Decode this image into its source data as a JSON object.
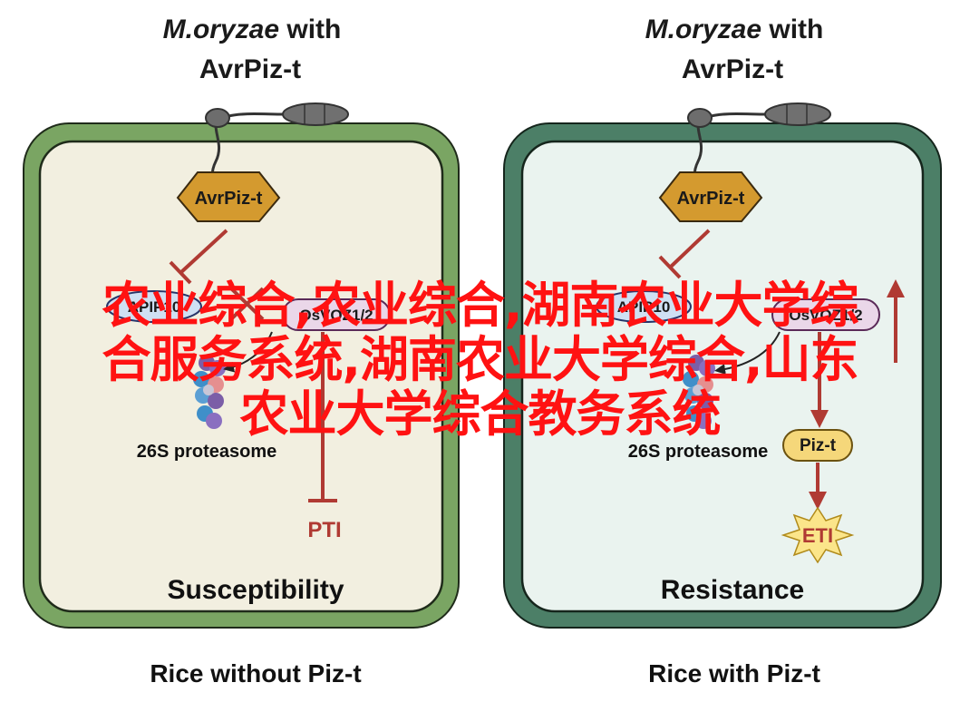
{
  "panels": {
    "left": {
      "title_italic": "M.oryzae",
      "title_rest": " with",
      "title_line2": "AvrPiz-t",
      "effector_label": "AvrPiz-t",
      "apip_label": "APIP10",
      "osvoz_label": "OsVOZ1/2",
      "proteasome_label": "26S proteasome",
      "pti_label": "PTI",
      "outcome": "Susceptibility",
      "caption": "Rice without Piz-t"
    },
    "right": {
      "title_italic": "M.oryzae",
      "title_rest": " with",
      "title_line2": "AvrPiz-t",
      "effector_label": "AvrPiz-t",
      "apip_label": "APIP10",
      "osvoz_label": "OsVOZ1/2",
      "proteasome_label": "26S proteasome",
      "pizt_label": "Piz-t",
      "eti_label": "ETI",
      "outcome": "Resistance",
      "caption": "Rice with Piz-t"
    }
  },
  "overlay": {
    "line1": "农业综合,农业综合,湖南农业大学综",
    "line2": "合服务系统,湖南农业大学综合,山东",
    "line3": "农业大学综合教务系统"
  },
  "colors": {
    "left_wall": "#7aa563",
    "left_wall_dark": "#1f2b1a",
    "left_fill": "#f2efe0",
    "right_wall": "#4c7f67",
    "right_fill": "#eaf3ef",
    "effector": "#d49a2f",
    "inhibition_arrow": "#b03a33",
    "apip": "#cfe0f3",
    "osvoz": "#ead7e9",
    "pizt": "#f5d77a",
    "eti_star": "#fbe58a",
    "overlay_text": "#ff1212"
  }
}
